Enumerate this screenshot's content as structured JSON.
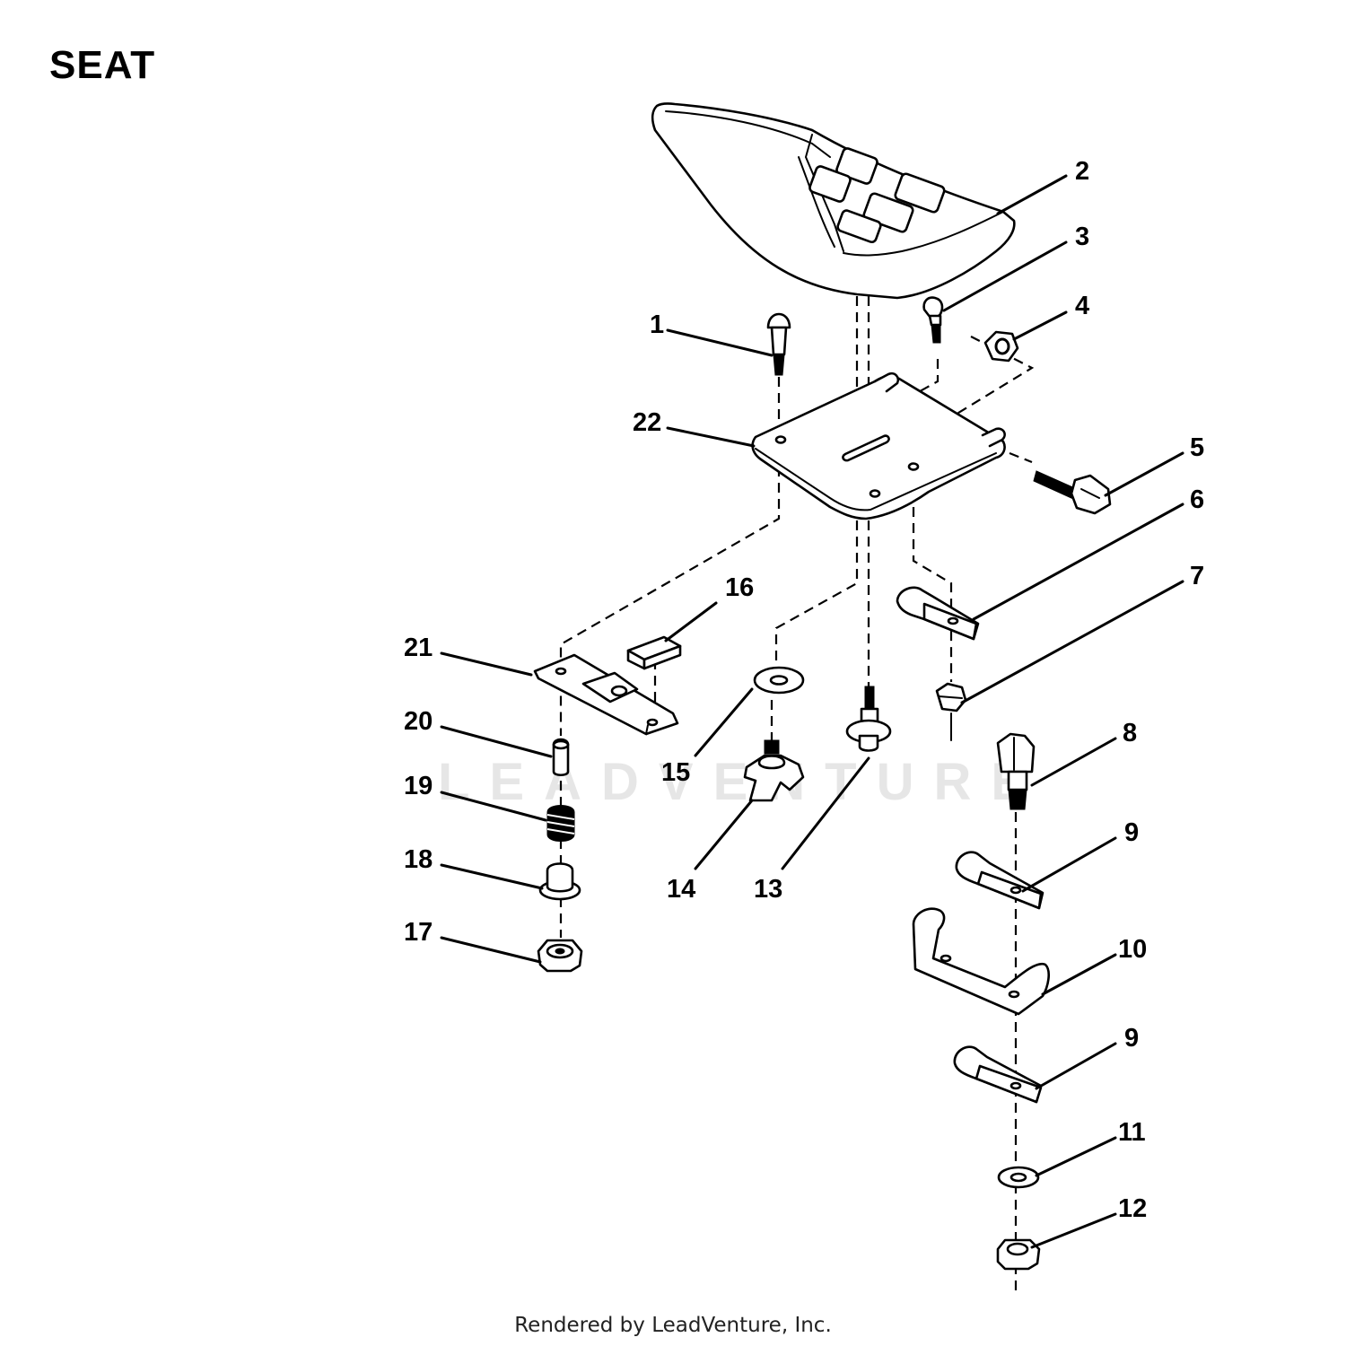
{
  "title": "SEAT",
  "watermark": "LEADVENTURE",
  "footer": "Rendered by LeadVenture, Inc.",
  "callouts": [
    {
      "id": "c1",
      "label": "1"
    },
    {
      "id": "c2",
      "label": "2"
    },
    {
      "id": "c3",
      "label": "3"
    },
    {
      "id": "c4",
      "label": "4"
    },
    {
      "id": "c5",
      "label": "5"
    },
    {
      "id": "c6",
      "label": "6"
    },
    {
      "id": "c7",
      "label": "7"
    },
    {
      "id": "c8",
      "label": "8"
    },
    {
      "id": "c9a",
      "label": "9"
    },
    {
      "id": "c10",
      "label": "10"
    },
    {
      "id": "c9b",
      "label": "9"
    },
    {
      "id": "c11",
      "label": "11"
    },
    {
      "id": "c12",
      "label": "12"
    },
    {
      "id": "c13",
      "label": "13"
    },
    {
      "id": "c14",
      "label": "14"
    },
    {
      "id": "c15",
      "label": "15"
    },
    {
      "id": "c16",
      "label": "16"
    },
    {
      "id": "c17",
      "label": "17"
    },
    {
      "id": "c18",
      "label": "18"
    },
    {
      "id": "c19",
      "label": "19"
    },
    {
      "id": "c20",
      "label": "20"
    },
    {
      "id": "c21",
      "label": "21"
    },
    {
      "id": "c22",
      "label": "22"
    }
  ]
}
